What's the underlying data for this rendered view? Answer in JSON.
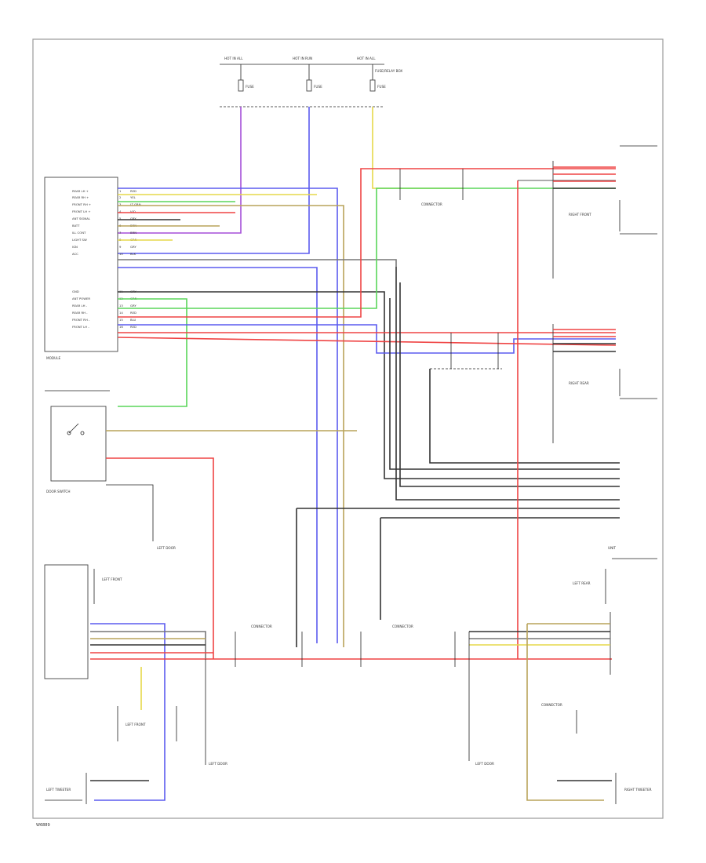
{
  "colors": {
    "red": "#ef4444",
    "blue": "#5b5bef",
    "purple": "#a54fd9",
    "green": "#5ad65a",
    "yellow": "#e6d84a",
    "olive": "#b9a35a",
    "dark": "#333333",
    "gray": "#777777",
    "frame": "#9a9a9a"
  },
  "labels": {
    "top_left_fuse_title": "HOT IN ALL",
    "top_mid_fuse_title": "HOT IN RUN",
    "top_right_fuse_title": "HOT IN ALL",
    "fuse_text_1": "FUSE",
    "fuse_text_2": "FUSE",
    "fuse_text_3": "FUSE",
    "fuse_note": "FUSE/RELAY BOX",
    "module_caption": "MODULE",
    "switch_caption": "DOOR SWITCH",
    "left_front_caption": "LEFT FRONT",
    "lf_door_ground": "LEFT DOOR",
    "rear_unit_caption": "UNIT",
    "right_rear_caption": "RIGHT REAR",
    "right_door_ground": "LEFT DOOR",
    "left_front_speaker": "LEFT FRONT",
    "left_tweeter": "LEFT TWEETER",
    "right_tweeter": "RIGHT TWEETER",
    "left_rear_speaker": "LEFT REAR",
    "right_front_speaker": "RIGHT FRONT",
    "connector_1": "CONNECTOR",
    "connector_2": "CONNECTOR",
    "connector_3": "CONNECTOR",
    "connector_4": "CONNECTOR",
    "footer_code": "W6889"
  },
  "module_pins_upper": [
    {
      "num": "1",
      "name": "REAR LH +",
      "wire": "RED"
    },
    {
      "num": "2",
      "name": "REAR RH +",
      "wire": "YEL"
    },
    {
      "num": "3",
      "name": "FRONT RH +",
      "wire": "LT GRN"
    },
    {
      "num": "4",
      "name": "FRONT LH +",
      "wire": "VIO"
    },
    {
      "num": "5",
      "name": "ANT SIGNAL",
      "wire": "GRY"
    },
    {
      "num": "6",
      "name": "BATT",
      "wire": "BRN"
    },
    {
      "num": "7",
      "name": "ILL CONT",
      "wire": "BRN"
    },
    {
      "num": "8",
      "name": "LIGHT SW",
      "wire": "GRN"
    },
    {
      "num": "9",
      "name": "IGN",
      "wire": "GRY"
    },
    {
      "num": "10",
      "name": "ACC",
      "wire": "BLK"
    }
  ],
  "module_pins_lower": [
    {
      "num": "11",
      "name": "GND",
      "wire": "GRY"
    },
    {
      "num": "12",
      "name": "ANT POWER",
      "wire": "GRN"
    },
    {
      "num": "13",
      "name": "REAR LH -",
      "wire": "GRY"
    },
    {
      "num": "14",
      "name": "REAR RH -",
      "wire": "RED"
    },
    {
      "num": "15",
      "name": "FRONT RH -",
      "wire": "BLU"
    },
    {
      "num": "16",
      "name": "FRONT LH -",
      "wire": "RED"
    }
  ]
}
